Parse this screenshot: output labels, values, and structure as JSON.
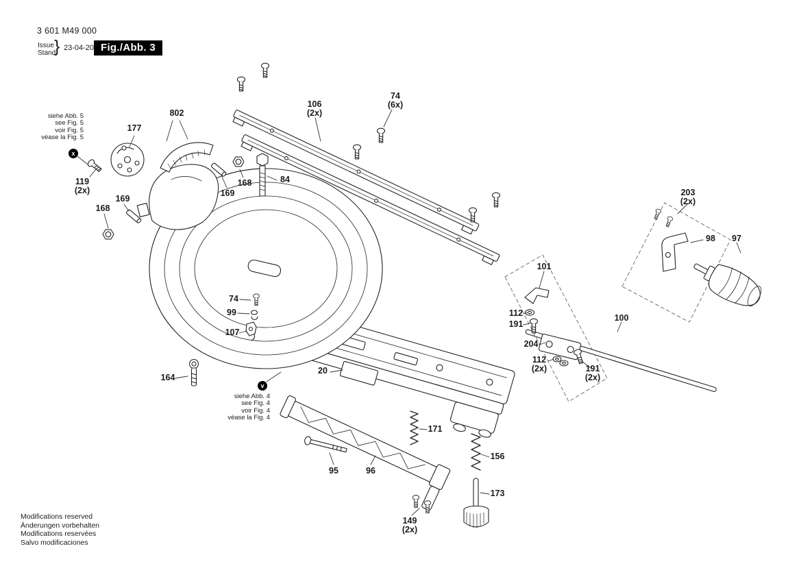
{
  "document": {
    "part_number": "3 601 M49 000",
    "issue_label": "Issue",
    "stand_label": "Stand",
    "brace": "}",
    "issue_date": "23-04-20",
    "figure_label": "Fig./Abb. 3"
  },
  "references": {
    "fig5": {
      "marker": "x",
      "lines": [
        "siehe Abb. 5",
        "see Fig. 5",
        "voir Fig. 5",
        "véase la Fig. 5"
      ]
    },
    "fig4": {
      "marker": "v",
      "lines": [
        "siehe Abb. 4",
        "see Fig. 4",
        "voir Fig. 4",
        "véase la Fig. 4"
      ]
    }
  },
  "callouts": [
    {
      "part": "802"
    },
    {
      "part": "177"
    },
    {
      "part": "119",
      "qty": "(2x)"
    },
    {
      "part": "168"
    },
    {
      "part": "169"
    },
    {
      "part": "169"
    },
    {
      "part": "168"
    },
    {
      "part": "84"
    },
    {
      "part": "106",
      "qty": "(2x)"
    },
    {
      "part": "74",
      "qty": "(6x)"
    },
    {
      "part": "74"
    },
    {
      "part": "99"
    },
    {
      "part": "107"
    },
    {
      "part": "20"
    },
    {
      "part": "164"
    },
    {
      "part": "95"
    },
    {
      "part": "96"
    },
    {
      "part": "171"
    },
    {
      "part": "156"
    },
    {
      "part": "173"
    },
    {
      "part": "149",
      "qty": "(2x)"
    },
    {
      "part": "101"
    },
    {
      "part": "112"
    },
    {
      "part": "191"
    },
    {
      "part": "204"
    },
    {
      "part": "112",
      "qty": "(2x)"
    },
    {
      "part": "191",
      "qty": "(2x)"
    },
    {
      "part": "100"
    },
    {
      "part": "203",
      "qty": "(2x)"
    },
    {
      "part": "98"
    },
    {
      "part": "97"
    }
  ],
  "footer": {
    "lines": [
      "Modifications reserved",
      "Änderungen vorbehalten",
      "Modifications reservées",
      "Salvo modificaciones"
    ]
  },
  "colors": {
    "ink": "#1a1a1a",
    "line": "#222222",
    "badge_bg": "#000000",
    "badge_text": "#ffffff"
  }
}
